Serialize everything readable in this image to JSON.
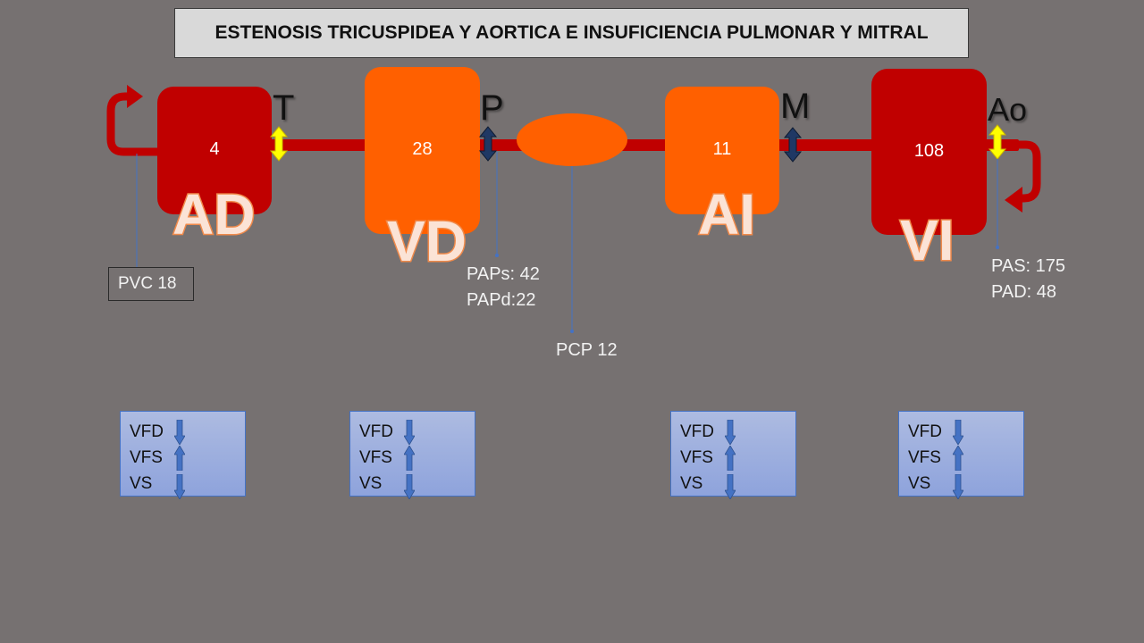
{
  "title": "ESTENOSIS TRICUSPIDEA Y AORTICA E INSUFICIENCIA PULMONAR Y MITRAL",
  "chambers": {
    "ad": {
      "label": "AD",
      "pressure": "4"
    },
    "vd": {
      "label": "VD",
      "pressure": "28"
    },
    "ai": {
      "label": "AI",
      "pressure": "11"
    },
    "vi": {
      "label": "VI",
      "pressure": "108"
    }
  },
  "valves": {
    "tricuspid": "T",
    "pulmonary": "P",
    "mitral": "M",
    "aortic": "Ao"
  },
  "readouts": {
    "pvc": "PVC 18",
    "paps": "PAPs: 42",
    "papd": "PAPd:22",
    "pcp": "PCP 12",
    "pas": "PAS: 175",
    "pad": "PAD: 48"
  },
  "volume_boxes": [
    {
      "vfd": "VFD",
      "vfs": "VFS",
      "vs": "VS",
      "arrows": [
        "down",
        "up",
        "down"
      ]
    },
    {
      "vfd": "VFD",
      "vfs": "VFS",
      "vs": "VS",
      "arrows": [
        "down",
        "up",
        "down"
      ]
    },
    {
      "vfd": "VFD",
      "vfs": "VFS",
      "vs": "VS",
      "arrows": [
        "down",
        "up",
        "down"
      ]
    },
    {
      "vfd": "VFD",
      "vfs": "VFS",
      "vs": "VS",
      "arrows": [
        "down",
        "up",
        "down"
      ]
    }
  ],
  "colors": {
    "background": "#767171",
    "dark_chamber": "#c00000",
    "light_chamber": "#ff6000",
    "stenosis_arrow": "#ffff00",
    "insufficiency_arrow": "#1f3864",
    "volume_arrow": "#4472c4"
  },
  "icons": {
    "stenosis_valve": "yellow-double-arrow-icon",
    "insufficient_valve": "navy-double-arrow-icon",
    "regurgitation_flow": "curved-arrow-icon"
  }
}
